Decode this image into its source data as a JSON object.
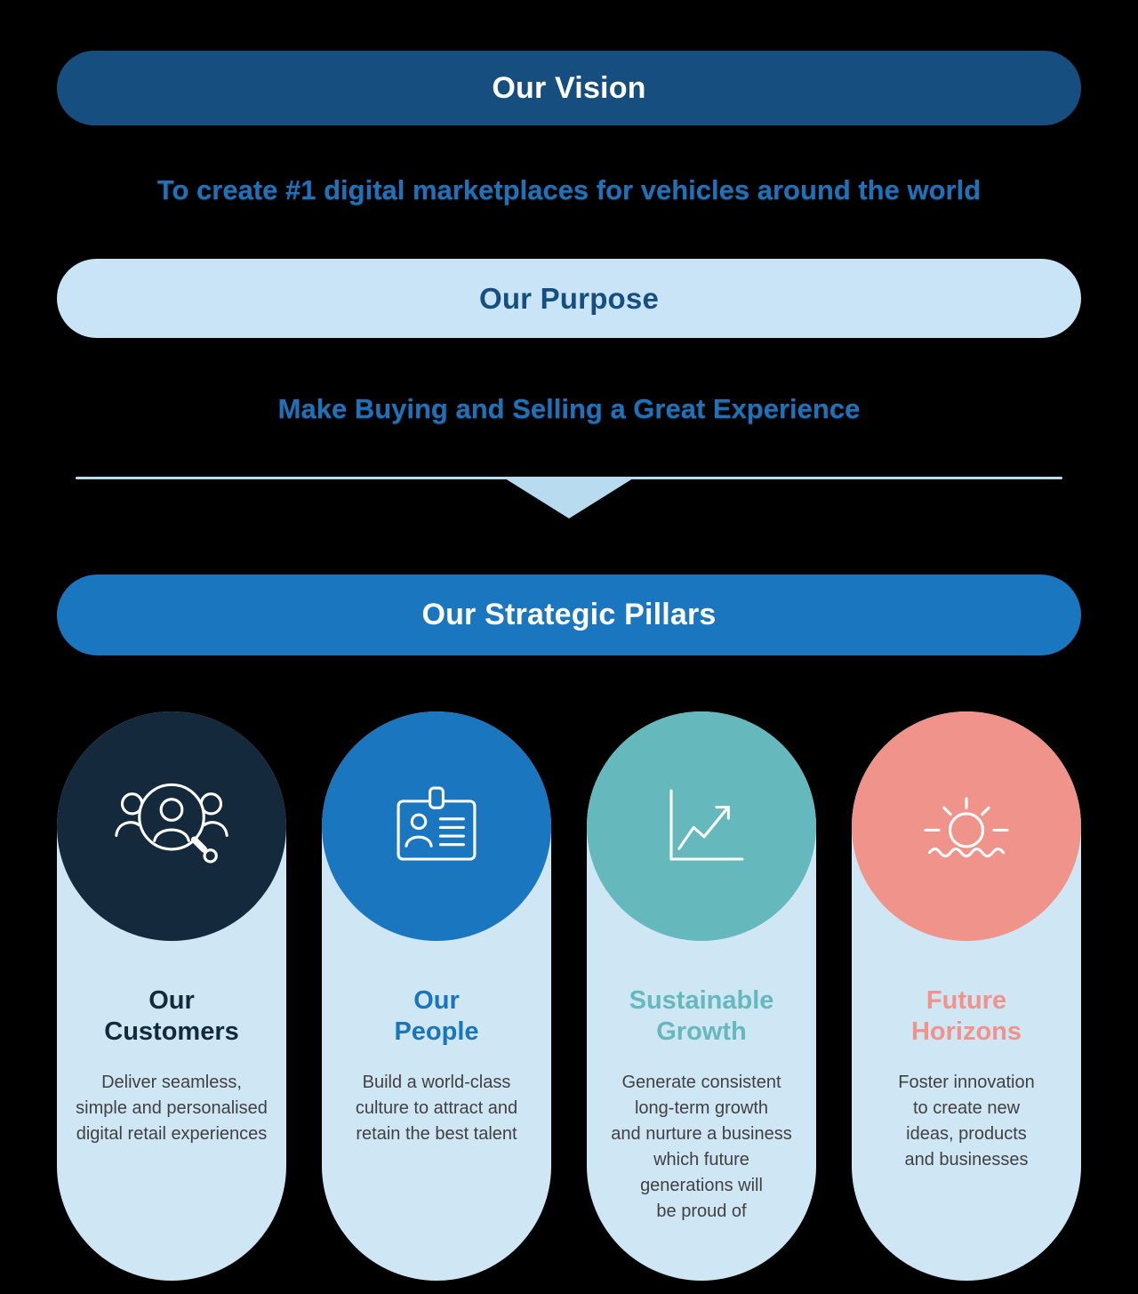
{
  "vision": {
    "banner_label": "Our Vision",
    "statement": "To create #1 digital marketplaces for vehicles around the world"
  },
  "purpose": {
    "banner_label": "Our Purpose",
    "statement": "Make Buying and Selling a Great Experience"
  },
  "pillars": {
    "banner_label": "Our Strategic Pillars",
    "cards": [
      {
        "title": "Our\nCustomers",
        "description": "Deliver seamless,\nsimple and personalised\ndigital retail experiences",
        "icon": "customers-search-icon",
        "circle_color": "#15293d",
        "title_color": "#15293d"
      },
      {
        "title": "Our\nPeople",
        "description": "Build a world-class\nculture to attract and\nretain the best talent",
        "icon": "id-badge-icon",
        "circle_color": "#1b76c0",
        "title_color": "#1a75bd"
      },
      {
        "title": "Sustainable\nGrowth",
        "description": "Generate consistent\nlong-term growth\nand nurture a business\nwhich future\ngenerations will\nbe proud of",
        "icon": "growth-chart-icon",
        "circle_color": "#65b9bc",
        "title_color": "#65b9bc"
      },
      {
        "title": "Future\nHorizons",
        "description": "Foster innovation\nto create new\nideas, products\nand businesses",
        "icon": "sunrise-icon",
        "circle_color": "#f0938a",
        "title_color": "#f0938a"
      }
    ]
  },
  "colors": {
    "page_background": "#000000",
    "vision_banner_bg": "#174e80",
    "vision_banner_text": "#ffffff",
    "statement_text": "#2271b6",
    "purpose_banner_bg": "#c9e4f6",
    "purpose_banner_text": "#174e80",
    "divider": "#b9dbf0",
    "pillars_banner_bg": "#1b76c0",
    "pillars_banner_text": "#ffffff",
    "card_bg": "#cfe6f5",
    "description_text": "#414042"
  }
}
